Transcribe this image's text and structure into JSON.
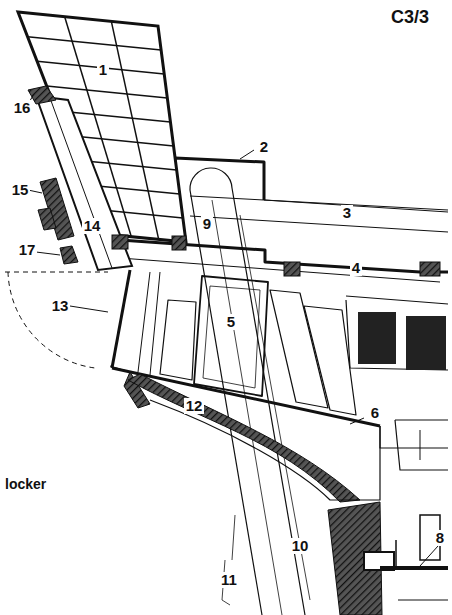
{
  "diagram": {
    "labels": [
      "C3/3",
      "1",
      "16",
      "2",
      "3",
      "15",
      "14",
      "9",
      "4",
      "17",
      "13",
      "5",
      "12",
      "6",
      "locker",
      "8",
      "10",
      "11"
    ]
  }
}
